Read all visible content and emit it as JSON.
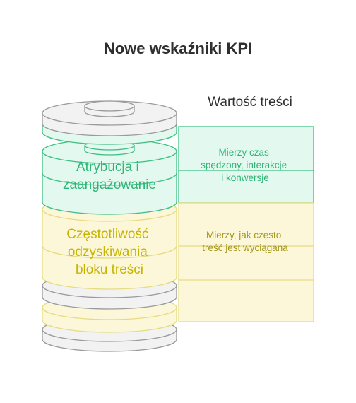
{
  "title": "Nowe wskaźniki KPI",
  "column_header": "Wartość treści",
  "colors": {
    "green_stroke": "#3cc083",
    "green_fill": "#e3f8ee",
    "green_text": "#2eb576",
    "yellow_stroke": "#e6dc82",
    "yellow_fill": "#fbf7d8",
    "yellow_text": "#c7b400",
    "yellow_desc_text": "#a4961a",
    "gray_stroke": "#9a9a9a",
    "gray_fill": "#f2f2f2"
  },
  "layers": [
    {
      "id": "engagement",
      "label_lines": [
        "Atrybucja i",
        "zaangażowanie"
      ],
      "description_lines": [
        "Mierzy czas",
        "spędzony, interakcje",
        "i konwersje"
      ]
    },
    {
      "id": "retrieval",
      "label_lines": [
        "Częstotliwość",
        "odzyskiwania",
        "bloku treści"
      ],
      "description_lines": [
        "Mierzy, jak często",
        "treść jest wyciągana"
      ]
    }
  ]
}
